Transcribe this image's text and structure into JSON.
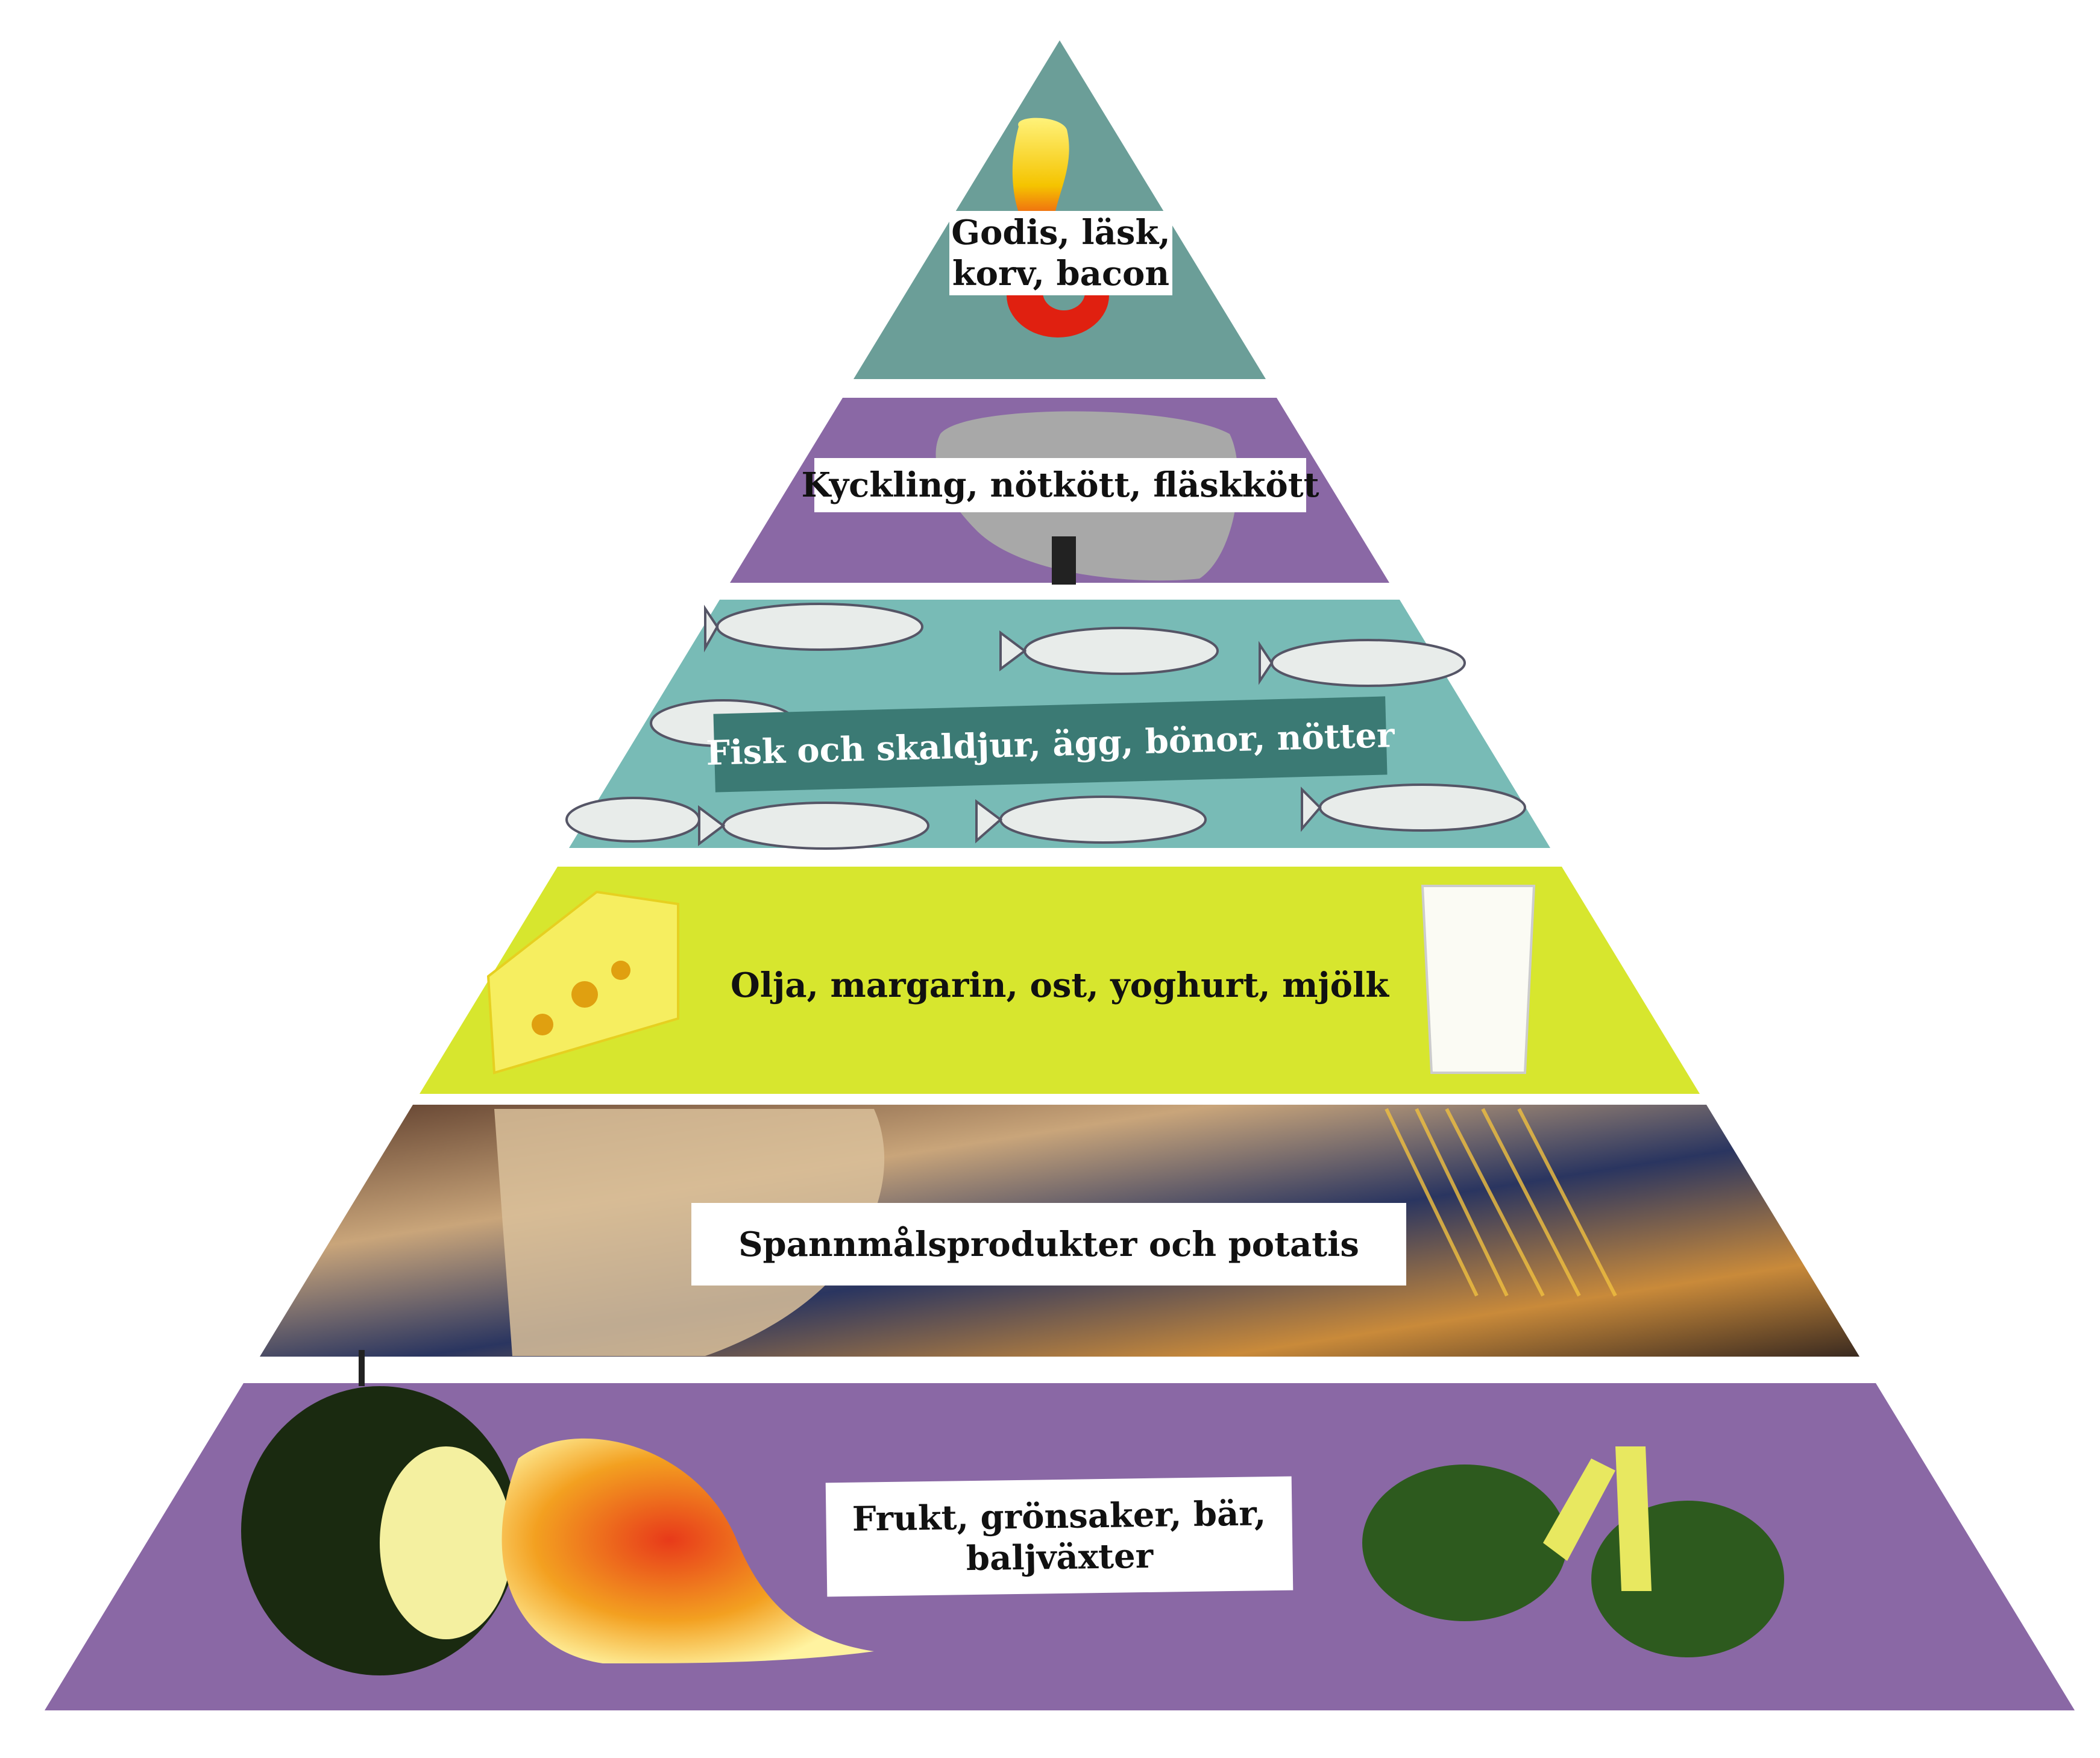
{
  "tiers": [
    {
      "label_line1": "Godis, läsk,",
      "label_line2": "korv, bacon",
      "color": "#6b9e98"
    },
    {
      "label": "Kyckling, nötkött, fläskkött",
      "color": "#8a68a5"
    },
    {
      "label": "Fisk och skaldjur, ägg, bönor, nötter",
      "color": "#78bbb6"
    },
    {
      "label": "Olja, margarin, ost, yoghurt, mjölk",
      "color": "#d7e62e"
    },
    {
      "label": "Spannmålsprodukter och potatis",
      "color": "#2b3048"
    },
    {
      "label_line1": "Frukt, grönsaker, bär,",
      "label_line2": "baljväxter",
      "color": "#8a68a5"
    }
  ]
}
